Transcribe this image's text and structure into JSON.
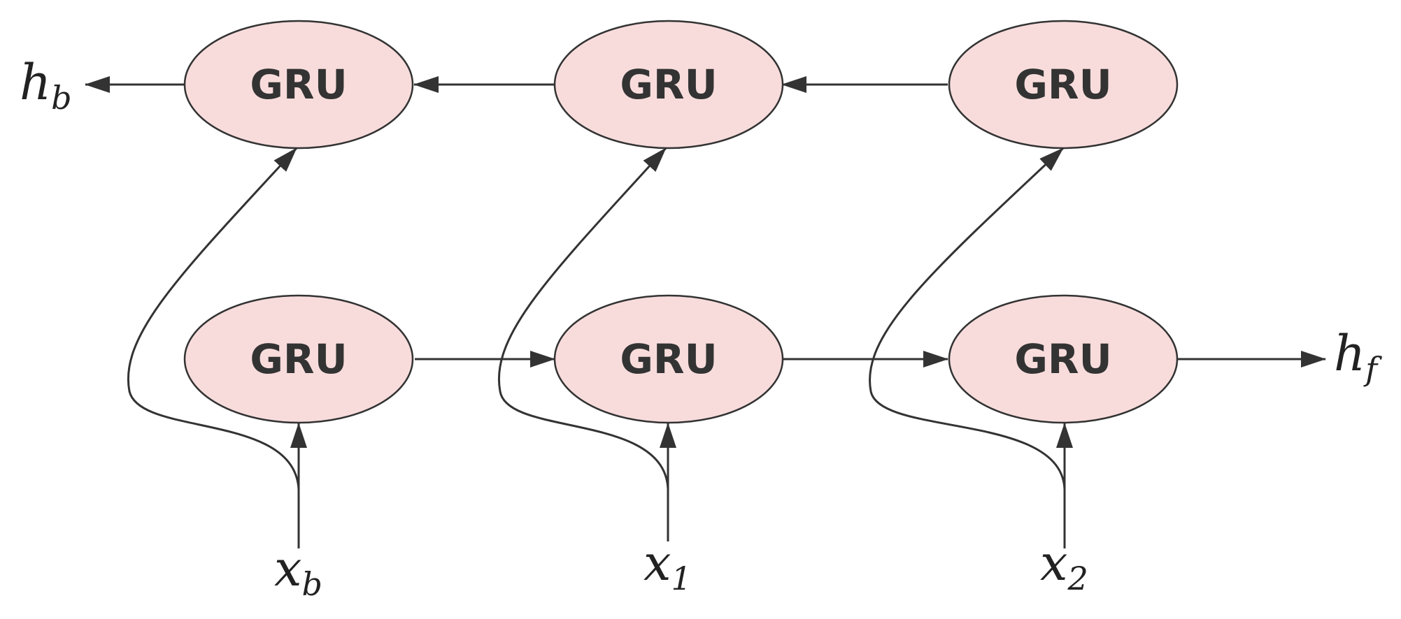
{
  "diagram": {
    "backward_row": [
      {
        "label": "GRU"
      },
      {
        "label": "GRU"
      },
      {
        "label": "GRU"
      }
    ],
    "forward_row": [
      {
        "label": "GRU"
      },
      {
        "label": "GRU"
      },
      {
        "label": "GRU"
      }
    ],
    "inputs": [
      {
        "main": "x",
        "sub": "b"
      },
      {
        "main": "x",
        "sub": "1"
      },
      {
        "main": "x",
        "sub": "2"
      }
    ],
    "outputs": {
      "backward": {
        "main": "h",
        "sub": "b"
      },
      "forward": {
        "main": "h",
        "sub": "f"
      }
    },
    "colors": {
      "node_fill": "#f8dcdc",
      "stroke": "#333333"
    }
  }
}
